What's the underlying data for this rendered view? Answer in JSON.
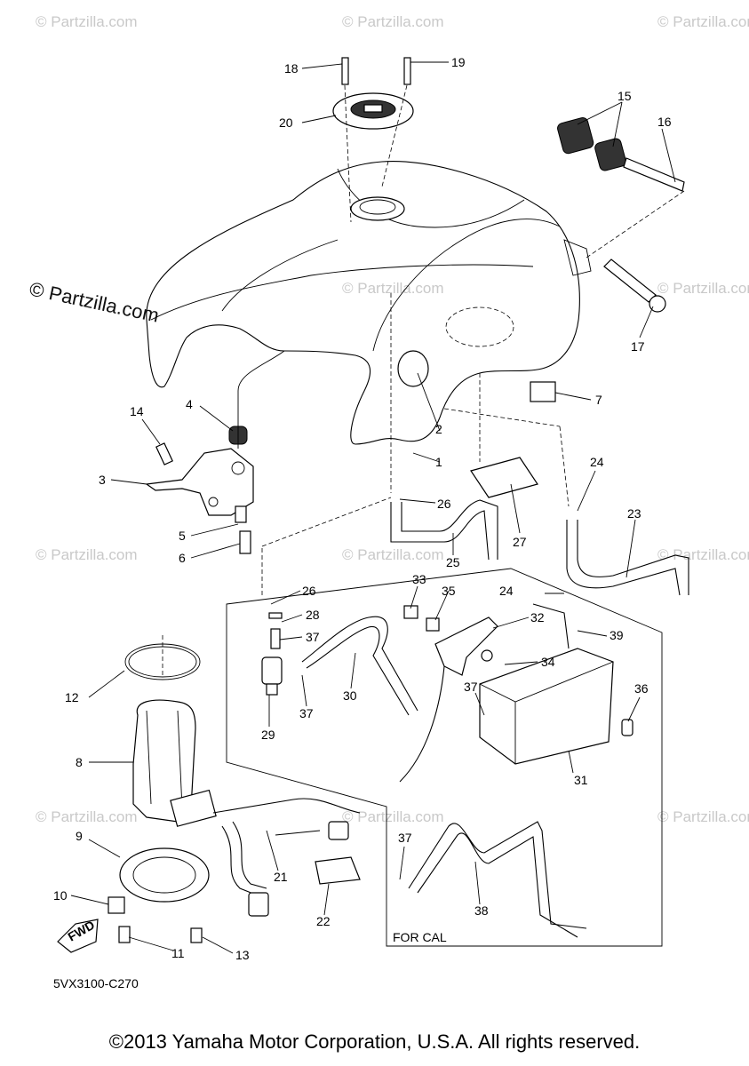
{
  "watermark": {
    "small": "© Partzilla.com",
    "large": "© Partzilla.com"
  },
  "callouts": [
    {
      "id": "1",
      "text": "1"
    },
    {
      "id": "2",
      "text": "2"
    },
    {
      "id": "3",
      "text": "3"
    },
    {
      "id": "4",
      "text": "4"
    },
    {
      "id": "5",
      "text": "5"
    },
    {
      "id": "6",
      "text": "6"
    },
    {
      "id": "7",
      "text": "7"
    },
    {
      "id": "8",
      "text": "8"
    },
    {
      "id": "9",
      "text": "9"
    },
    {
      "id": "10",
      "text": "10"
    },
    {
      "id": "11",
      "text": "11"
    },
    {
      "id": "12",
      "text": "12"
    },
    {
      "id": "13",
      "text": "13"
    },
    {
      "id": "14",
      "text": "14"
    },
    {
      "id": "15",
      "text": "15"
    },
    {
      "id": "16",
      "text": "16"
    },
    {
      "id": "17",
      "text": "17"
    },
    {
      "id": "18",
      "text": "18"
    },
    {
      "id": "19",
      "text": "19"
    },
    {
      "id": "20",
      "text": "20"
    },
    {
      "id": "21",
      "text": "21"
    },
    {
      "id": "22",
      "text": "22"
    },
    {
      "id": "23",
      "text": "23"
    },
    {
      "id": "24a",
      "text": "24"
    },
    {
      "id": "24b",
      "text": "24"
    },
    {
      "id": "25",
      "text": "25"
    },
    {
      "id": "26a",
      "text": "26"
    },
    {
      "id": "26b",
      "text": "26"
    },
    {
      "id": "27",
      "text": "27"
    },
    {
      "id": "28",
      "text": "28"
    },
    {
      "id": "29",
      "text": "29"
    },
    {
      "id": "30",
      "text": "30"
    },
    {
      "id": "31",
      "text": "31"
    },
    {
      "id": "32",
      "text": "32"
    },
    {
      "id": "33",
      "text": "33"
    },
    {
      "id": "34",
      "text": "34"
    },
    {
      "id": "35",
      "text": "35"
    },
    {
      "id": "36",
      "text": "36"
    },
    {
      "id": "37a",
      "text": "37"
    },
    {
      "id": "37b",
      "text": "37"
    },
    {
      "id": "37c",
      "text": "37"
    },
    {
      "id": "37d",
      "text": "37"
    },
    {
      "id": "38",
      "text": "38"
    },
    {
      "id": "39",
      "text": "39"
    }
  ],
  "labels": {
    "for_cal": "FOR CAL",
    "fwd": "FWD",
    "diagram_code": "5VX3100-C270"
  },
  "footer": {
    "copyright": "©2013 Yamaha Motor Corporation, U.S.A. All rights reserved."
  }
}
